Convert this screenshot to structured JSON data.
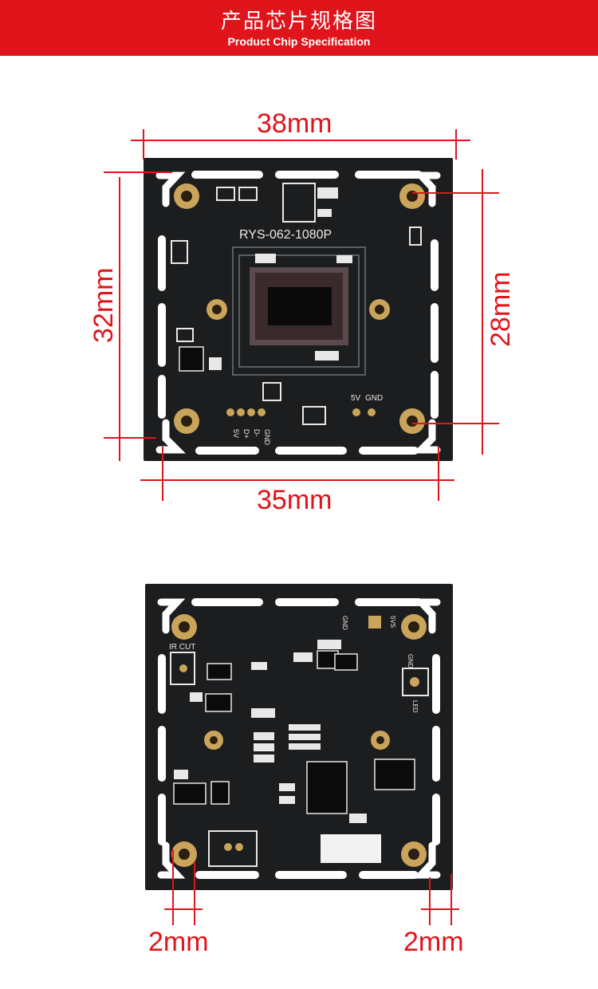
{
  "header": {
    "title": "产品芯片规格图",
    "subtitle": "Product Chip Specification",
    "background_color": "#e0141b"
  },
  "colors": {
    "dimension": "#e0141b",
    "pcb": "#1c1d1f",
    "pad": "#c9a45a"
  },
  "top_view": {
    "silkscreen_model": "RYS-062-1080P",
    "pin_labels": [
      "5V",
      "GND"
    ],
    "header_labels": [
      "5V",
      "D+",
      "D-",
      "GND"
    ],
    "dimensions": {
      "width_top": "38mm",
      "height_left": "32mm",
      "height_right": "28mm",
      "width_bottom": "35mm"
    }
  },
  "bottom_view": {
    "silkscreen": {
      "ir_cut": "IR CUT",
      "gnd": "GND",
      "v5": "5VS",
      "gnd_right": "GND",
      "led": "LED"
    },
    "dimensions": {
      "left": "2mm",
      "right": "2mm"
    }
  }
}
